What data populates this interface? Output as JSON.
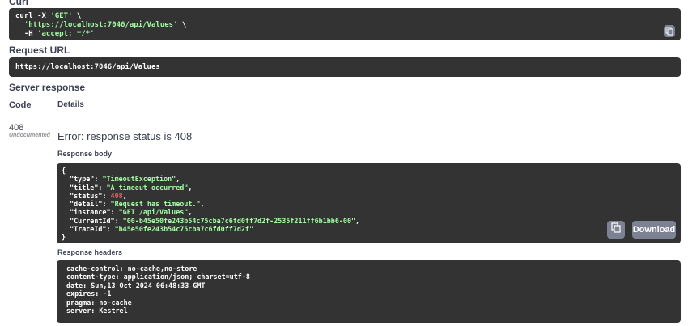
{
  "curl": {
    "label": "Curl",
    "line1_cmd": "curl -X ",
    "line1_method": "'GET'",
    "line1_tail": " \\",
    "line2_indent": "  ",
    "line2_url": "'https://localhost:7046/api/Values'",
    "line2_tail": " \\",
    "line3_head": "  -H ",
    "line3_header": "'accept: */*'"
  },
  "request_url": {
    "label": "Request URL",
    "value": "https://localhost:7046/api/Values"
  },
  "server_response": {
    "label": "Server response",
    "col_code": "Code",
    "col_details": "Details",
    "code": "408",
    "code_note": "Undocumented",
    "error": "Error: response status is 408"
  },
  "response_body": {
    "label": "Response body",
    "open_brace": "{",
    "close_brace": "}",
    "lines": [
      {
        "key": "\"type\"",
        "value": "\"TimeoutException\"",
        "value_type": "string"
      },
      {
        "key": "\"title\"",
        "value": "\"A timeout occurred\"",
        "value_type": "string"
      },
      {
        "key": "\"status\"",
        "value": "408",
        "value_type": "number"
      },
      {
        "key": "\"detail\"",
        "value": "\"Request has timeout.\"",
        "value_type": "string"
      },
      {
        "key": "\"instance\"",
        "value": "\"GET /api/Values\"",
        "value_type": "string"
      },
      {
        "key": "\"CurrentId\"",
        "value": "\"00-b45e50fe243b54c75cba7c6fd0ff7d2f-2535f211ff6b1bb6-00\"",
        "value_type": "string"
      },
      {
        "key": "\"TraceId\"",
        "value": "\"b45e50fe243b54c75cba7c6fd0ff7d2f\"",
        "value_type": "string",
        "last": true
      }
    ],
    "download_label": "Download"
  },
  "response_headers": {
    "label": "Response headers",
    "lines": [
      "cache-control: no-cache,no-store",
      "content-type: application/json; charset=utf-8",
      "date: Sun,13 Oct 2024 06:48:33 GMT",
      "expires: -1",
      "pragma: no-cache",
      "server: Kestrel"
    ]
  },
  "icons": {
    "copy": "copy-icon"
  },
  "colors": {
    "code_bg": "#333333",
    "string": "#a2fca2",
    "number": "#d36363",
    "button_bg": "#7d8293"
  }
}
